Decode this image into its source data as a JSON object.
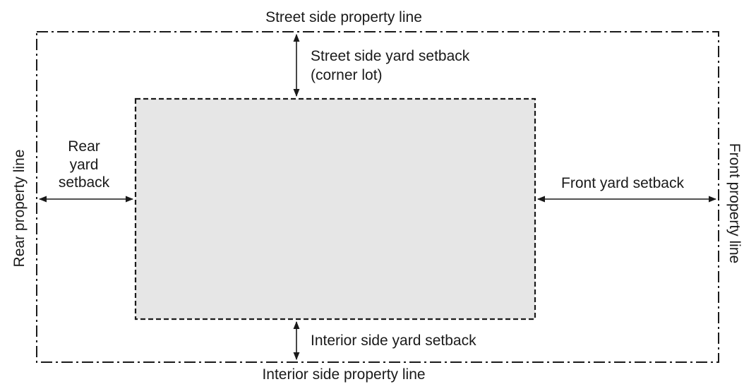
{
  "labels": {
    "street_property_line": "Street side property line",
    "interior_property_line": "Interior side property line",
    "rear_property_line": "Rear property line",
    "front_property_line": "Front property line",
    "street_setback_line1": "Street side yard setback",
    "street_setback_line2": "(corner lot)",
    "rear_setback_line1": "Rear",
    "rear_setback_line2": "yard",
    "rear_setback_line3": "setback",
    "front_setback": "Front yard setback",
    "interior_setback": "Interior side yard setback"
  },
  "colors": {
    "line": "#1a1a1a",
    "building_fill": "#e6e6e6",
    "background": "#ffffff"
  }
}
